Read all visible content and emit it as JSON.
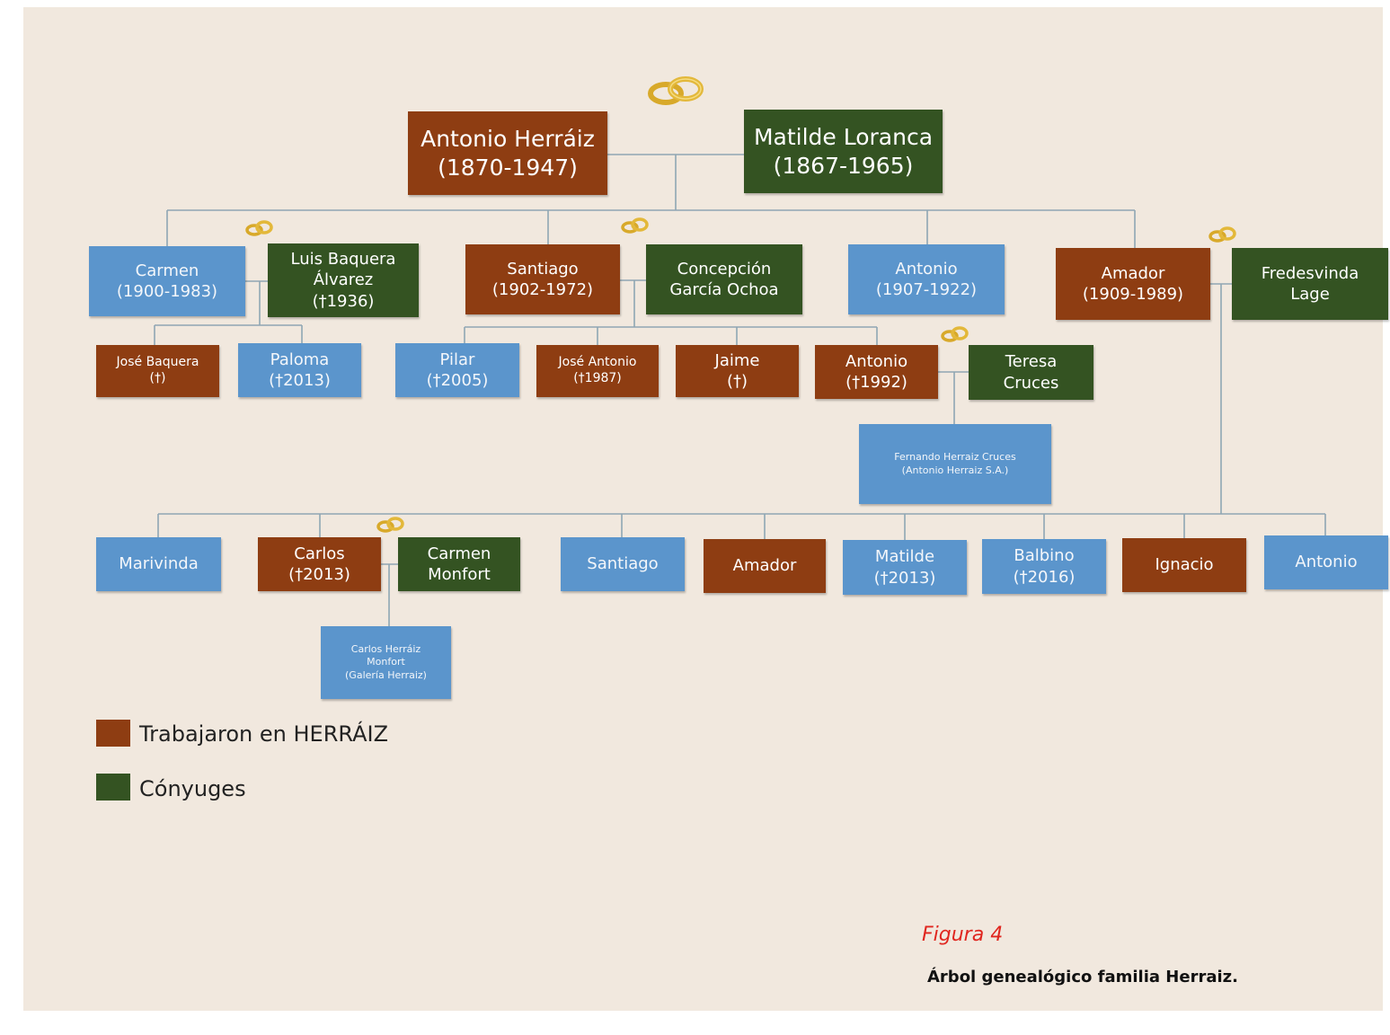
{
  "colors": {
    "worked": "#8e3d12",
    "spouse": "#345322",
    "other": "#5b95cc",
    "line": "#8fa6b3",
    "ring": "#d8a92a",
    "background": "#f1e8de"
  },
  "people": {
    "antonio_herraiz": {
      "l1": "Antonio Herráiz",
      "l2": "(1870-1947)",
      "category": "worked"
    },
    "matilde_loranca": {
      "l1": "Matilde Loranca",
      "l2": "(1867-1965)",
      "category": "spouse"
    },
    "carmen": {
      "l1": "Carmen",
      "l2": "(1900-1983)",
      "category": "other"
    },
    "luis_baquera": {
      "l1": "Luis Baquera",
      "l2": "Álvarez",
      "l3": "(†1936)",
      "category": "spouse"
    },
    "santiago": {
      "l1": "Santiago",
      "l2": "(1902-1972)",
      "category": "worked"
    },
    "concepcion": {
      "l1": "Concepción",
      "l2": "García Ochoa",
      "category": "spouse"
    },
    "antonio_1907": {
      "l1": "Antonio",
      "l2": "(1907-1922)",
      "category": "other"
    },
    "amador": {
      "l1": "Amador",
      "l2": "(1909-1989)",
      "category": "worked"
    },
    "fredesvinda": {
      "l1": "Fredesvinda",
      "l2": "Lage",
      "category": "spouse"
    },
    "jose_baquera": {
      "l1": "José Baquera",
      "l2": "(†)",
      "category": "worked"
    },
    "paloma": {
      "l1": "Paloma",
      "l2": "(†2013)",
      "category": "other"
    },
    "pilar": {
      "l1": "Pilar",
      "l2": "(†2005)",
      "category": "other"
    },
    "jose_antonio": {
      "l1": "José Antonio",
      "l2": "(†1987)",
      "category": "worked"
    },
    "jaime": {
      "l1": "Jaime",
      "l2": "(†)",
      "category": "worked"
    },
    "antonio_1992": {
      "l1": "Antonio",
      "l2": "(†1992)",
      "category": "worked"
    },
    "teresa": {
      "l1": "Teresa",
      "l2": "Cruces",
      "category": "spouse"
    },
    "fernando": {
      "l1": "Fernando Herraiz Cruces",
      "l2": "(Antonio Herraiz S.A.)",
      "category": "other"
    },
    "marivinda": {
      "l1": "Marivinda",
      "category": "other"
    },
    "carlos": {
      "l1": "Carlos",
      "l2": "(†2013)",
      "category": "worked"
    },
    "carmen_monfort": {
      "l1": "Carmen",
      "l2": "Monfort",
      "category": "spouse"
    },
    "santiago_jr": {
      "l1": "Santiago",
      "category": "other"
    },
    "amador_jr": {
      "l1": "Amador",
      "category": "worked"
    },
    "matilde": {
      "l1": "Matilde",
      "l2": "(†2013)",
      "category": "other"
    },
    "balbino": {
      "l1": "Balbino",
      "l2": "(†2016)",
      "category": "other"
    },
    "ignacio": {
      "l1": "Ignacio",
      "category": "worked"
    },
    "antonio_jr": {
      "l1": "Antonio",
      "category": "other"
    },
    "carlos_herraiz_monfort": {
      "l1": "Carlos Herráiz",
      "l2": "Monfort",
      "l3": "(Galería Herraiz)",
      "category": "other"
    }
  },
  "legend": {
    "worked": "Trabajaron en HERRÁIZ",
    "spouse": "Cónyuges"
  },
  "caption": {
    "title": "Figura 4",
    "text": "Árbol genealógico familia Herraiz."
  }
}
